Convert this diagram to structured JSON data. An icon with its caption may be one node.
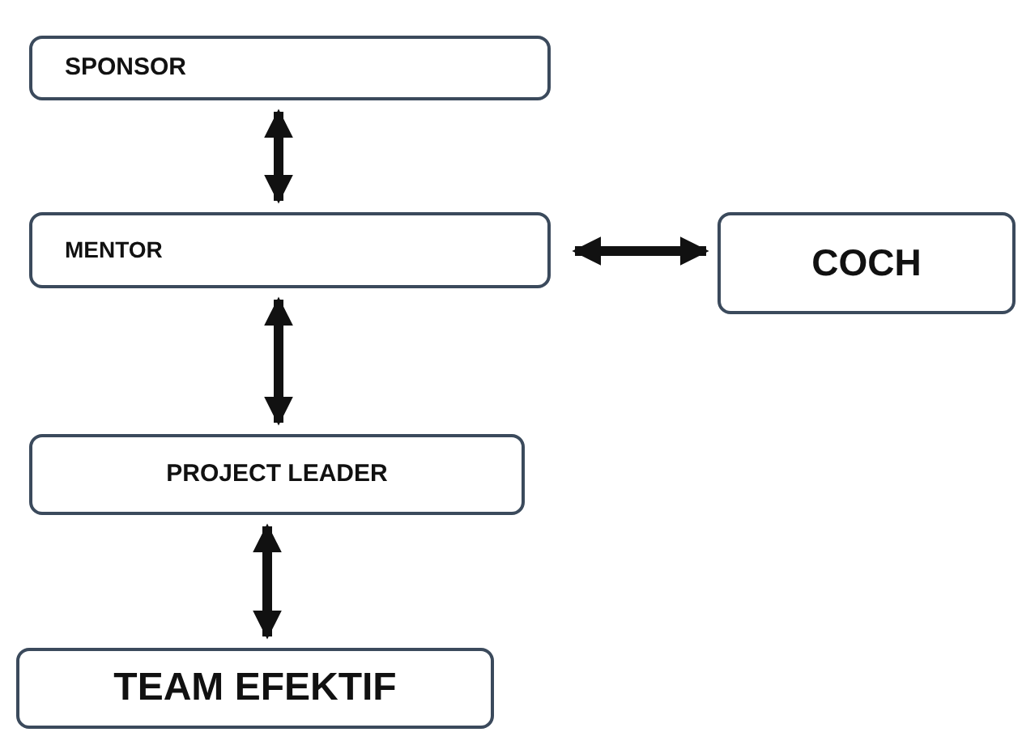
{
  "diagram": {
    "nodes": [
      {
        "text": [
          "SPONSOR"
        ]
      },
      {
        "text": [
          "MENTOR"
        ]
      },
      {
        "text": [
          "COCH"
        ]
      },
      {
        "text": [
          "PROJECT LEADER"
        ]
      },
      {
        "text": [
          "TEAM EFEKTIF"
        ]
      }
    ],
    "edges": [
      {
        "from": 0,
        "to": 1,
        "arrow": "both"
      },
      {
        "from": 1,
        "to": 2,
        "arrow": "both"
      },
      {
        "from": 1,
        "to": 3,
        "arrow": "both"
      },
      {
        "from": 3,
        "to": 4,
        "arrow": "both"
      }
    ]
  }
}
